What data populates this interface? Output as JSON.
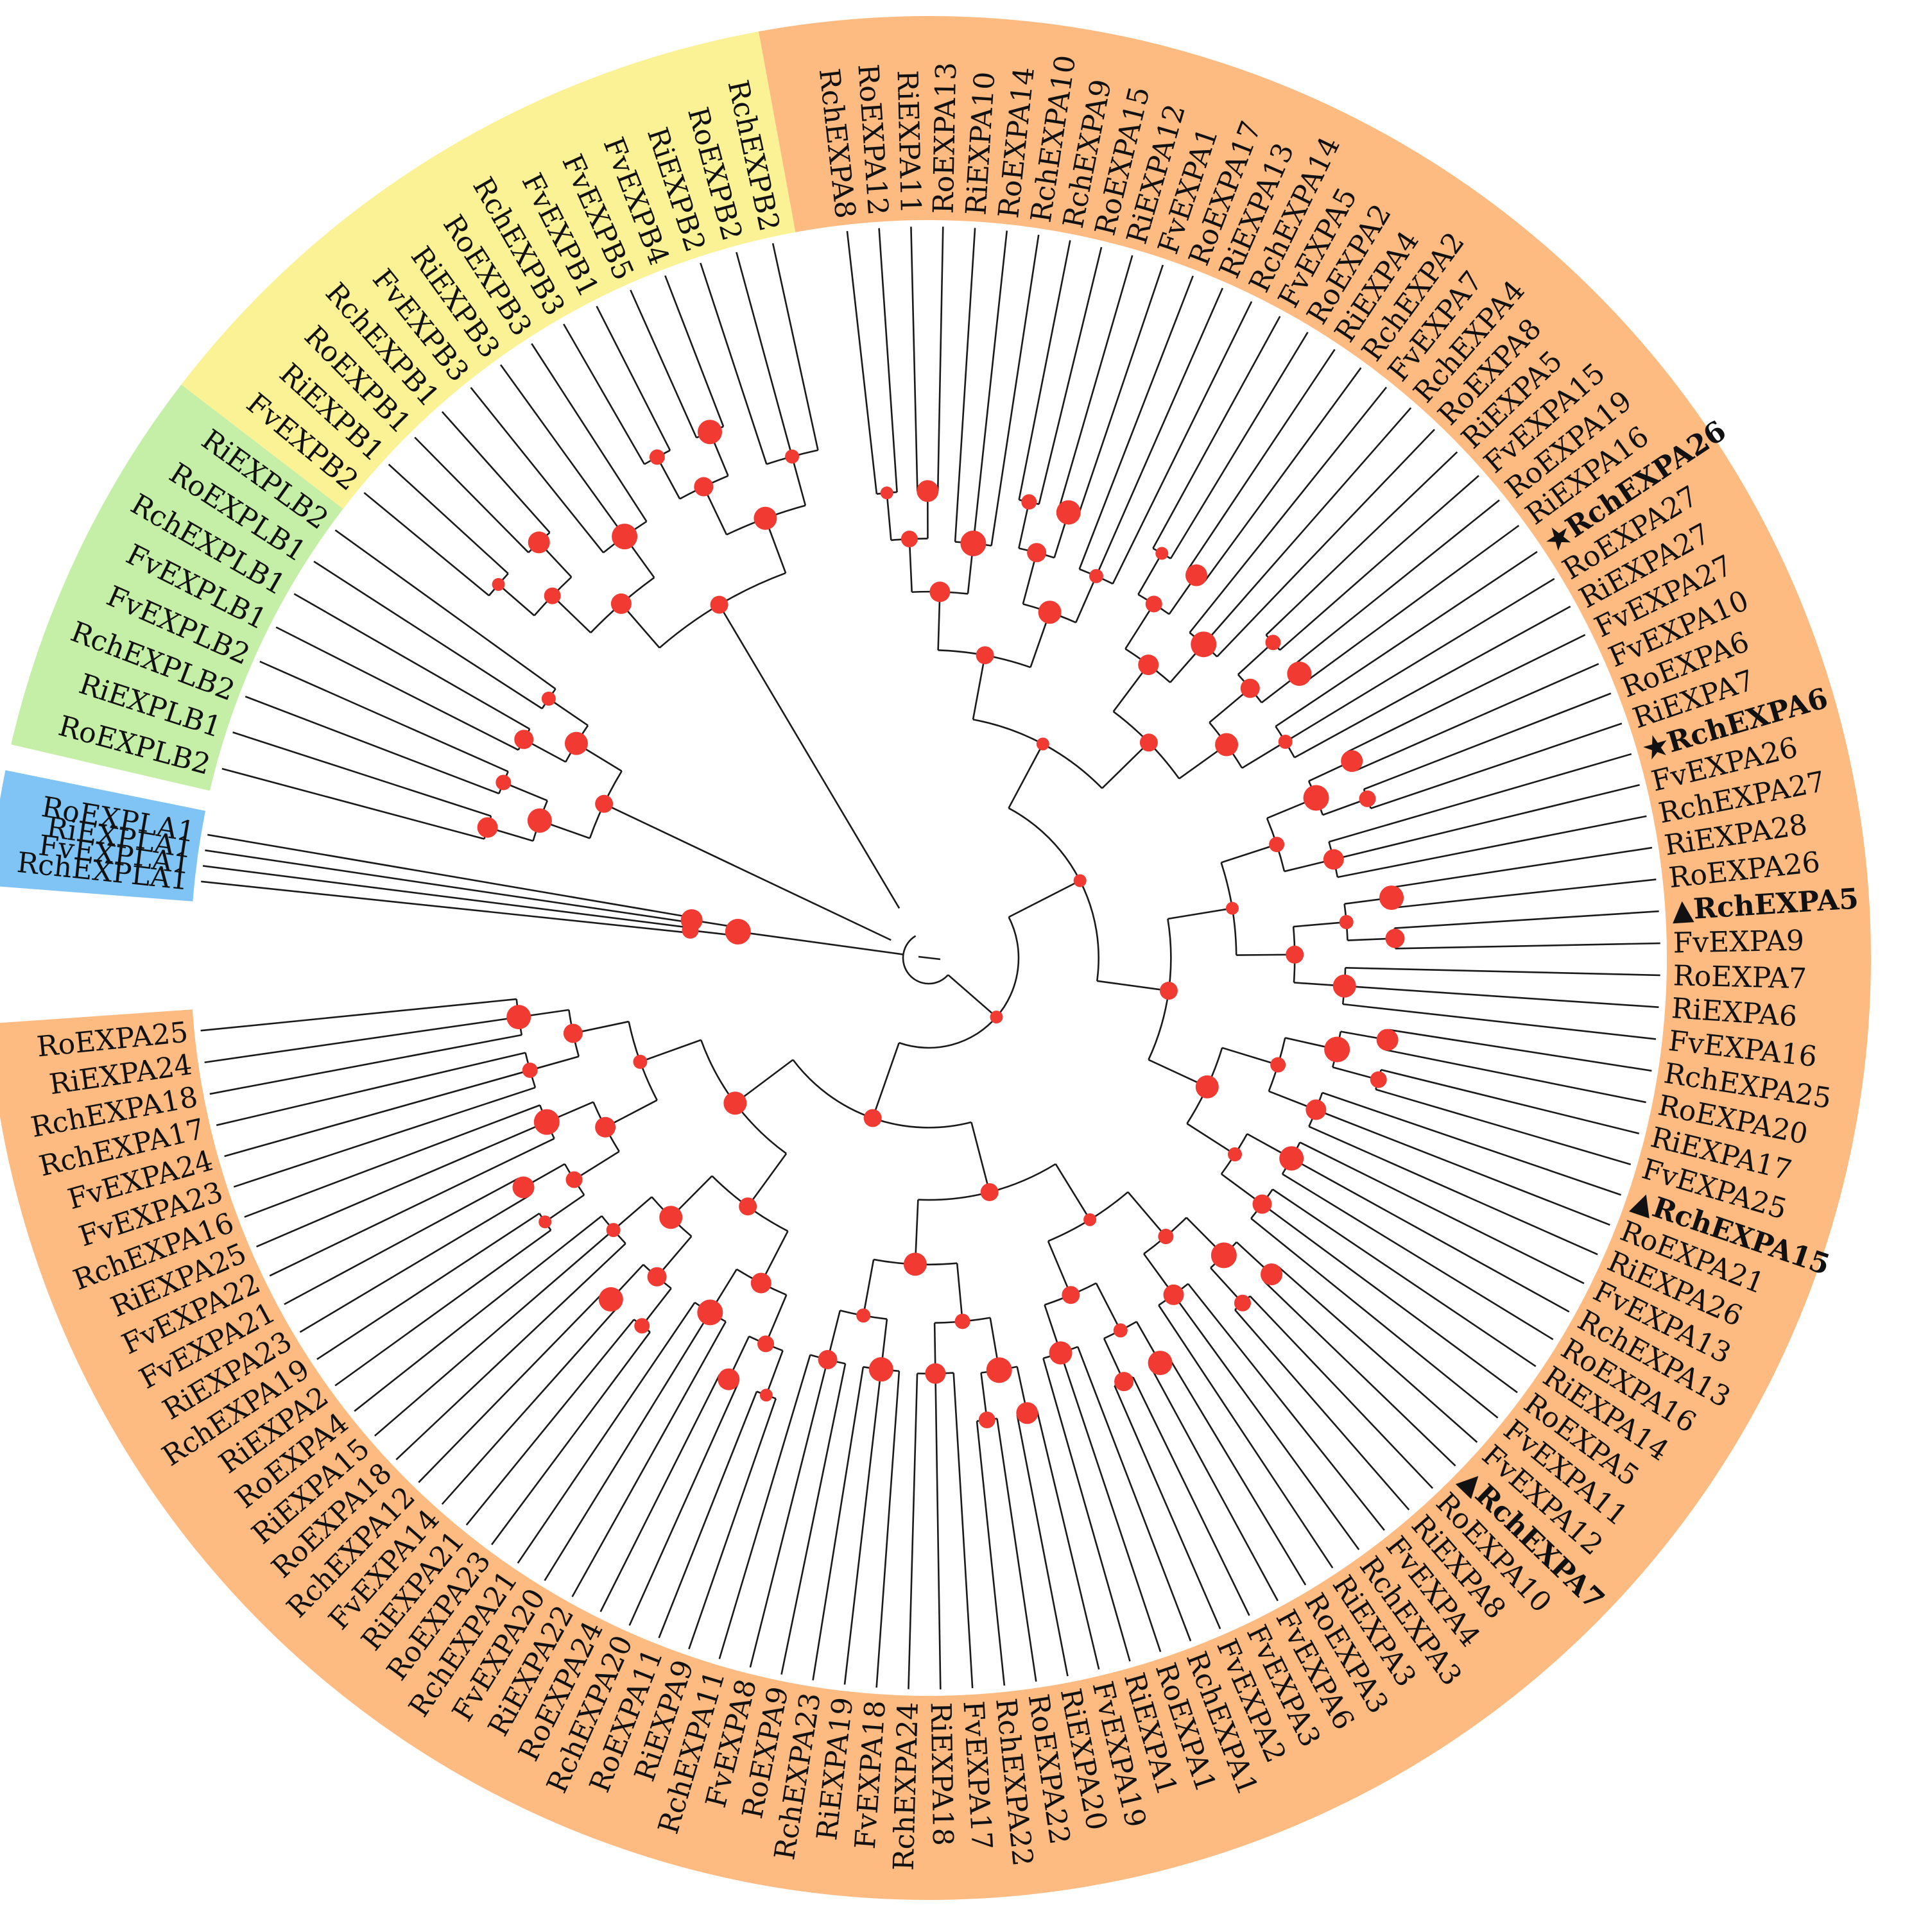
{
  "colors": {
    "EXPLA": "#80c4f5",
    "EXPLB": "#c5eea6",
    "EXPB": "#fbf296",
    "EXPA": "#fdbb82",
    "support": "#f03a32",
    "branch": "#1a1a1a"
  },
  "groups": {
    "EXPLA": [
      "RoEXPLA1",
      "RiEXPLA1",
      "FvEXPLA1",
      "RchEXPLA1"
    ],
    "EXPLB": [
      "RoEXPLB2",
      "RiEXPLB1",
      "RchEXPLB2",
      "FvEXPLB2",
      "FvEXPLB1",
      "RchEXPLB1",
      "RoEXPLB1",
      "RiEXPLB2"
    ],
    "EXPB": [
      "FvEXPB2",
      "RiEXPB1",
      "RoEXPB1",
      "RchEXPB1",
      "FvEXPB3",
      "RiEXPB3",
      "RoEXPB3",
      "RchEXPB3",
      "FvEXPB1",
      "FvEXPB5",
      "FvEXPB4",
      "RiEXPB2",
      "RoEXPB2",
      "RchEXPB2"
    ],
    "EXPA_upper": [
      "RchEXPA8",
      "RoEXPA12",
      "RiEXPA11",
      "RoEXPA13",
      "RiEXPA10",
      "RoEXPA14",
      "RchEXPA10",
      "RchEXPA9",
      "RoEXPA15",
      "RiEXPA12",
      "FvEXPA1",
      "RoEXPA17",
      "RiEXPA13",
      "RchEXPA14",
      "FvEXPA5",
      "RoEXPA2",
      "RiEXPA4",
      "RchEXPA2",
      "FvEXPA7",
      "RchEXPA4",
      "RoEXPA8",
      "RiEXPA5",
      "FvEXPA15",
      "RoEXPA19",
      "RiEXPA16",
      "RchEXPA26",
      "RoEXPA27",
      "RiEXPA27",
      "FvEXPA27",
      "FvEXPA10",
      "RoEXPA6",
      "RiEXPA7",
      "RchEXPA6",
      "FvEXPA26",
      "RchEXPA27",
      "RiEXPA28",
      "RoEXPA26",
      "RchEXPA5",
      "FvEXPA9",
      "RoEXPA7",
      "RiEXPA6",
      "FvEXPA16",
      "RchEXPA25",
      "RoEXPA20",
      "RiEXPA17",
      "FvEXPA25",
      "RchEXPA15",
      "RoEXPA21",
      "RiEXPA26",
      "FvEXPA13",
      "RchEXPA13",
      "RoEXPA16",
      "RiEXPA14",
      "RoEXPA5",
      "FvEXPA11",
      "FvEXPA12",
      "RchEXPA7",
      "RoEXPA10",
      "RiEXPA8",
      "FvEXPA4",
      "RchEXPA3",
      "RiEXPA3",
      "RoEXPA3",
      "FvEXPA6",
      "FvEXPA3",
      "FvEXPA2",
      "RchEXPA1",
      "RoEXPA1",
      "RiEXPA1",
      "FvEXPA19",
      "RiEXPA20",
      "RoEXPA22",
      "RchEXPA22",
      "FvEXPA17",
      "RiEXPA18",
      "RchEXPA24",
      "FvEXPA18",
      "RiEXPA19",
      "RchEXPA23",
      "RoEXPA9",
      "FvEXPA8",
      "RchEXPA11",
      "RiEXPA9",
      "RoEXPA11",
      "RchEXPA20",
      "RoEXPA24",
      "RiEXPA22",
      "FvEXPA20",
      "RchEXPA21",
      "RoEXPA23",
      "RiEXPA21",
      "FvEXPA14",
      "RchEXPA12",
      "RoEXPA18",
      "RiEXPA15",
      "RoEXPA4",
      "RiEXPA2",
      "RchEXPA19",
      "RiEXPA23",
      "FvEXPA21",
      "FvEXPA22",
      "RiEXPA25",
      "RchEXPA16",
      "FvEXPA23",
      "FvEXPA24",
      "RchEXPA17",
      "RchEXPA18",
      "RiEXPA24",
      "RoEXPA25"
    ]
  },
  "highlighted": {
    "star": [
      "RchEXPA26",
      "RchEXPA6"
    ],
    "triangle": [
      "RchEXPA5",
      "RchEXPA15",
      "RchEXPA7"
    ]
  },
  "markers": {
    "star": "★",
    "triangle": "▲"
  }
}
